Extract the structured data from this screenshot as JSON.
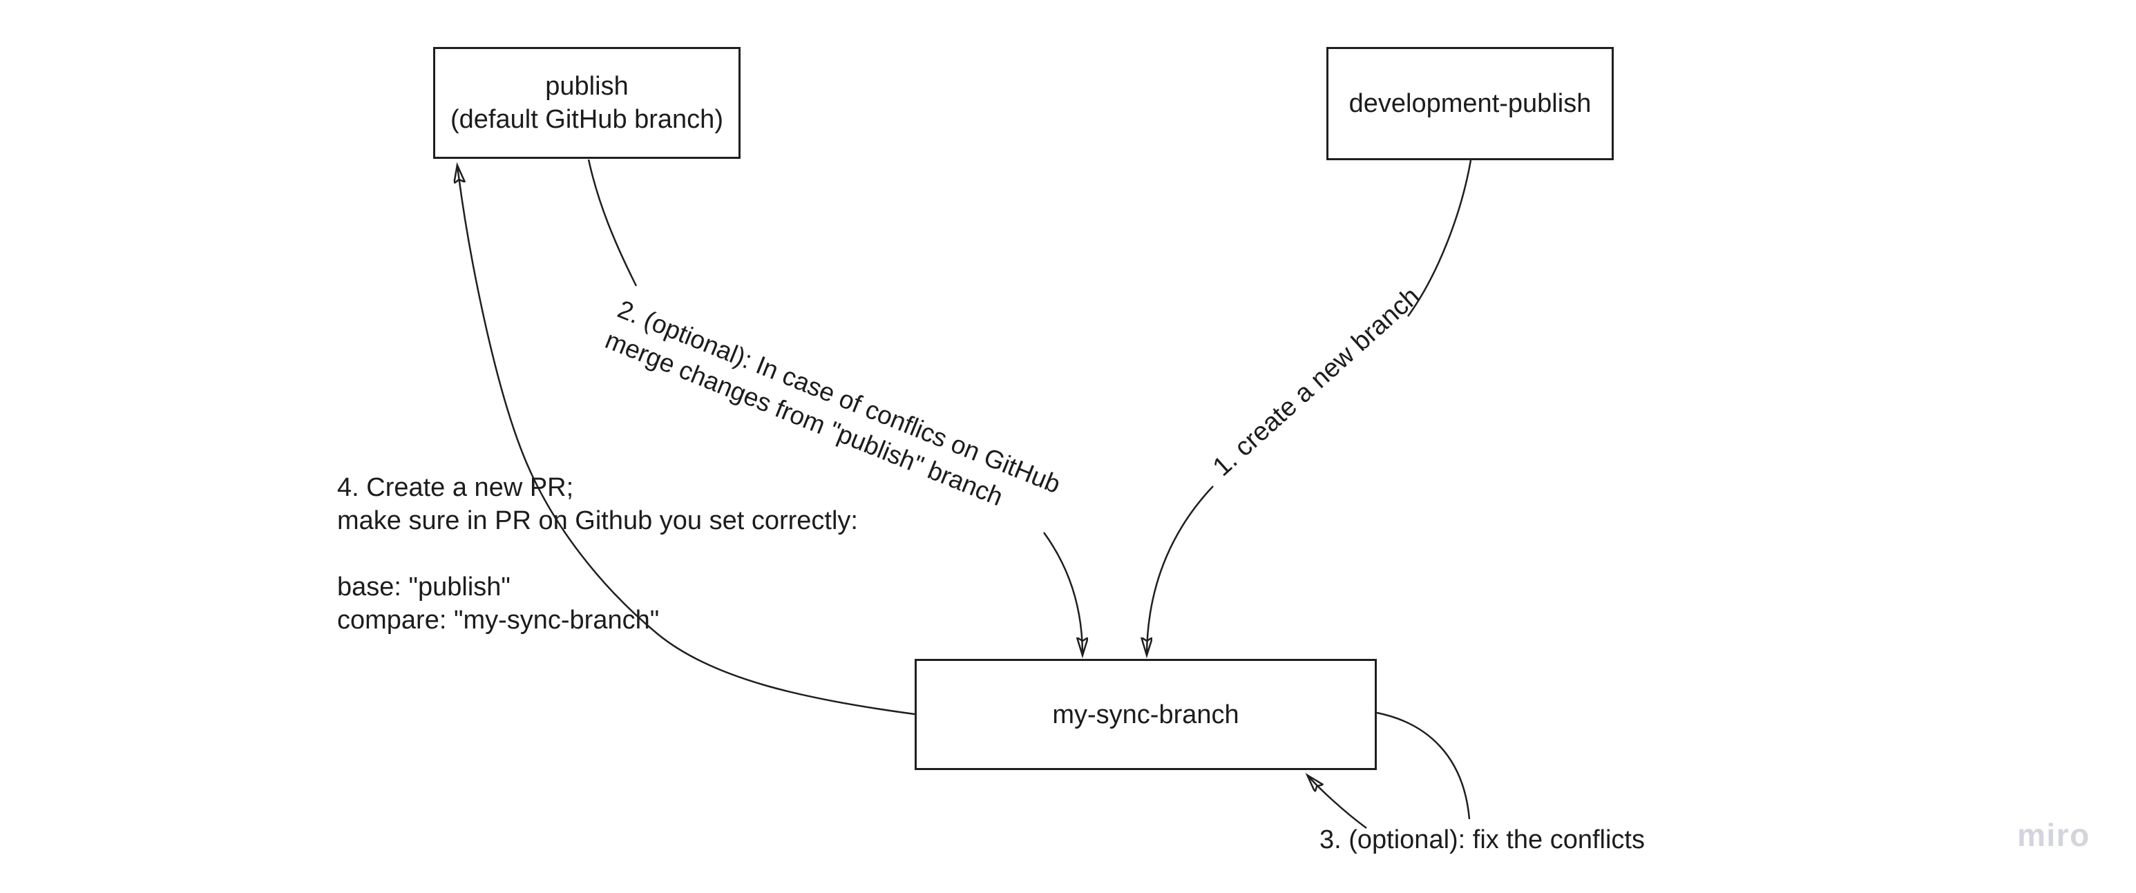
{
  "canvas": {
    "background": "#ffffff",
    "stroke_color": "#1f1f1f",
    "text_color": "#1c1c1c",
    "watermark_color": "#d4d4dd"
  },
  "nodes": {
    "publish": {
      "label": "publish\n(default GitHub branch)"
    },
    "development_publish": {
      "label": "development-publish"
    },
    "my_sync_branch": {
      "label": "my-sync-branch"
    }
  },
  "edge_labels": {
    "step1": "1. create a new branch",
    "step2": "2. (optional): In case of conflics on GitHub\nmerge changes from \"publish\" branch",
    "step3": "3. (optional): fix the conflicts",
    "step4": "4. Create a new PR;\nmake sure in PR on Github you set correctly:\n\nbase: \"publish\"\ncompare: \"my-sync-branch\""
  },
  "watermark": "miro"
}
